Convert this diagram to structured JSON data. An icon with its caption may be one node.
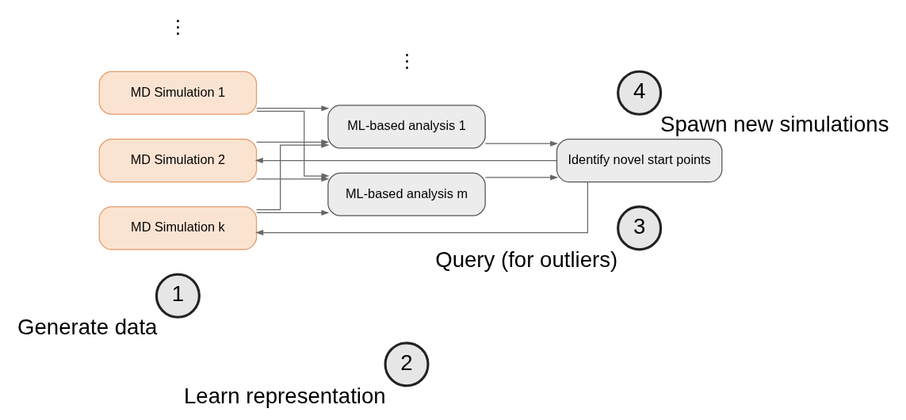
{
  "diagram": {
    "nodes": [
      {
        "text": [
          "1"
        ],
        "beside": [
          "Generate data"
        ]
      },
      {
        "text": [
          "2"
        ],
        "beside": [
          "Learn representation"
        ]
      },
      {
        "text": [
          "3"
        ],
        "beside": [
          "Query (for outliers)"
        ]
      },
      {
        "text": [
          "MD Simulation 1"
        ]
      },
      {
        "text": [
          "MD Simulation 2"
        ]
      },
      {
        "text": [
          "MD Simulation k"
        ]
      },
      {
        "text": [
          "ML-based analysis 1"
        ]
      },
      {
        "text": [
          "ML-based analysis m"
        ]
      },
      {
        "text": [
          "Identify novel start points"
        ]
      },
      {
        "text": [
          "4"
        ],
        "beside": [
          "Spawn new simulations"
        ]
      }
    ],
    "edges": [
      {
        "from": 3,
        "to": 6,
        "arrow": "to"
      },
      {
        "from": 3,
        "to": 7,
        "arrow": "to"
      },
      {
        "from": 4,
        "to": 6,
        "arrow": "to"
      },
      {
        "from": 4,
        "to": 7,
        "arrow": "to"
      },
      {
        "from": 5,
        "to": 6,
        "arrow": "to"
      },
      {
        "from": 5,
        "to": 7,
        "arrow": "to"
      },
      {
        "from": 6,
        "to": 8,
        "arrow": "to"
      },
      {
        "from": 7,
        "to": 8,
        "arrow": "to"
      },
      {
        "from": 8,
        "to": 4,
        "arrow": "to"
      },
      {
        "from": 8,
        "to": 5,
        "arrow": "to"
      }
    ],
    "labels": [
      "⋮",
      "⋮"
    ]
  }
}
